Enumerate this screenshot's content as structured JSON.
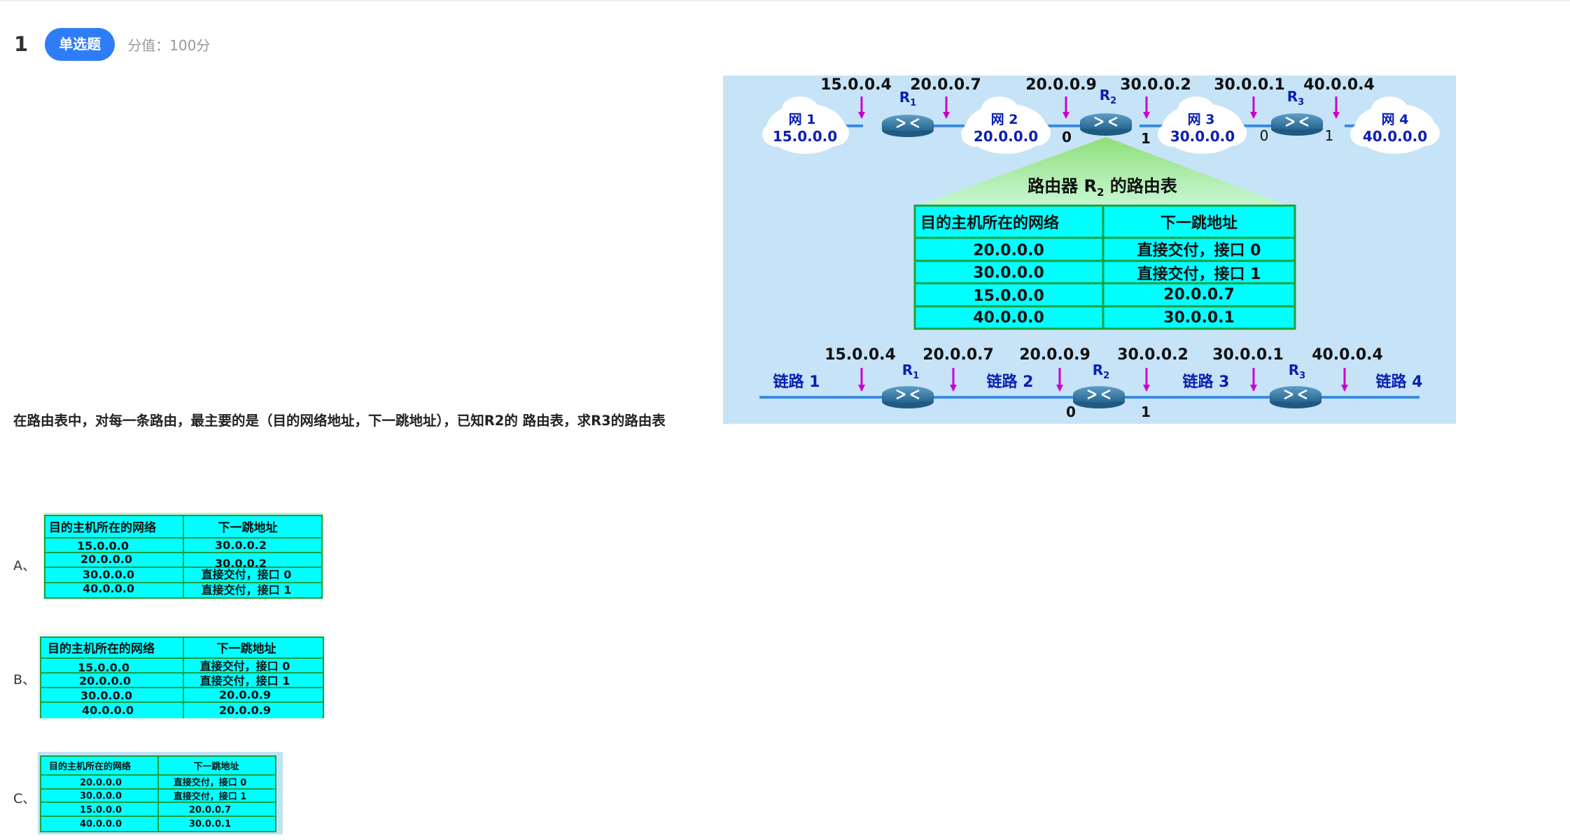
{
  "question": {
    "number": "1",
    "type_label": "单选题",
    "score_label": "分值：100分",
    "stem": "在路由表中，对每一条路由，最主要的是（目的网络地址，下一跳地址），已知R2的 路由表，求R3的路由表"
  },
  "diagram": {
    "top_addresses": [
      "15.0.0.4",
      "20.0.0.7",
      "20.0.0.9",
      "30.0.0.2",
      "30.0.0.1",
      "40.0.0.4"
    ],
    "routers": [
      "R1",
      "R2",
      "R3"
    ],
    "clouds": [
      {
        "name": "网 1",
        "address": "15.0.0.0"
      },
      {
        "name": "网 2",
        "address": "20.0.0.0"
      },
      {
        "name": "网 3",
        "address": "30.0.0.0"
      },
      {
        "name": "网 4",
        "address": "40.0.0.0"
      }
    ],
    "interfaces": [
      "0",
      "1"
    ],
    "table_title": "路由器 R",
    "table_title_sub": "2",
    "table_title_suffix": " 的路由表",
    "table_headers": [
      "目的主机所在的网络",
      "下一跳地址"
    ],
    "table_rows": [
      [
        "20.0.0.0",
        "直接交付，接口 0"
      ],
      [
        "30.0.0.0",
        "直接交付，接口 1"
      ],
      [
        "15.0.0.0",
        "20.0.0.7"
      ],
      [
        "40.0.0.0",
        "30.0.0.1"
      ]
    ],
    "links": [
      "链路 1",
      "链路 2",
      "链路 3",
      "链路 4"
    ],
    "bottom_addresses": [
      "15.0.0.4",
      "20.0.0.7",
      "20.0.0.9",
      "30.0.0.2",
      "30.0.0.1",
      "40.0.0.4"
    ]
  },
  "options": [
    {
      "label": "A、",
      "headers": [
        "目的主机所在的网络",
        "下一跳地址"
      ],
      "rows": [
        [
          "15.0.0.0",
          "30.0.0.2"
        ],
        [
          "20.0.0.0",
          "30.0.0.2"
        ],
        [
          "30.0.0.0",
          "直接交付，接口 0"
        ],
        [
          "40.0.0.0",
          "直接交付，接口 1"
        ]
      ]
    },
    {
      "label": "B、",
      "headers": [
        "目的主机所在的网络",
        "下一跳地址"
      ],
      "rows": [
        [
          "15.0.0.0",
          "直接交付，接口 0"
        ],
        [
          "20.0.0.0",
          "直接交付，接口 1"
        ],
        [
          "30.0.0.0",
          "20.0.0.9"
        ],
        [
          "40.0.0.0",
          "20.0.0.9"
        ]
      ]
    },
    {
      "label": "C、",
      "headers": [
        "目的主机所在的网络",
        "下一跳地址"
      ],
      "rows": [
        [
          "20.0.0.0",
          "直接交付，接口 0"
        ],
        [
          "30.0.0.0",
          "直接交付，接口 1"
        ],
        [
          "15.0.0.0",
          "20.0.0.7"
        ],
        [
          "40.0.0.0",
          "30.0.0.1"
        ]
      ]
    }
  ],
  "colors": {
    "accent": "#2f7df6",
    "diagram_bg": "#c6e3f7",
    "table_fill": "#00ffff",
    "table_border": "#1aa040",
    "arrow": "#cc00cc",
    "label_blue": "#0a20b0"
  }
}
